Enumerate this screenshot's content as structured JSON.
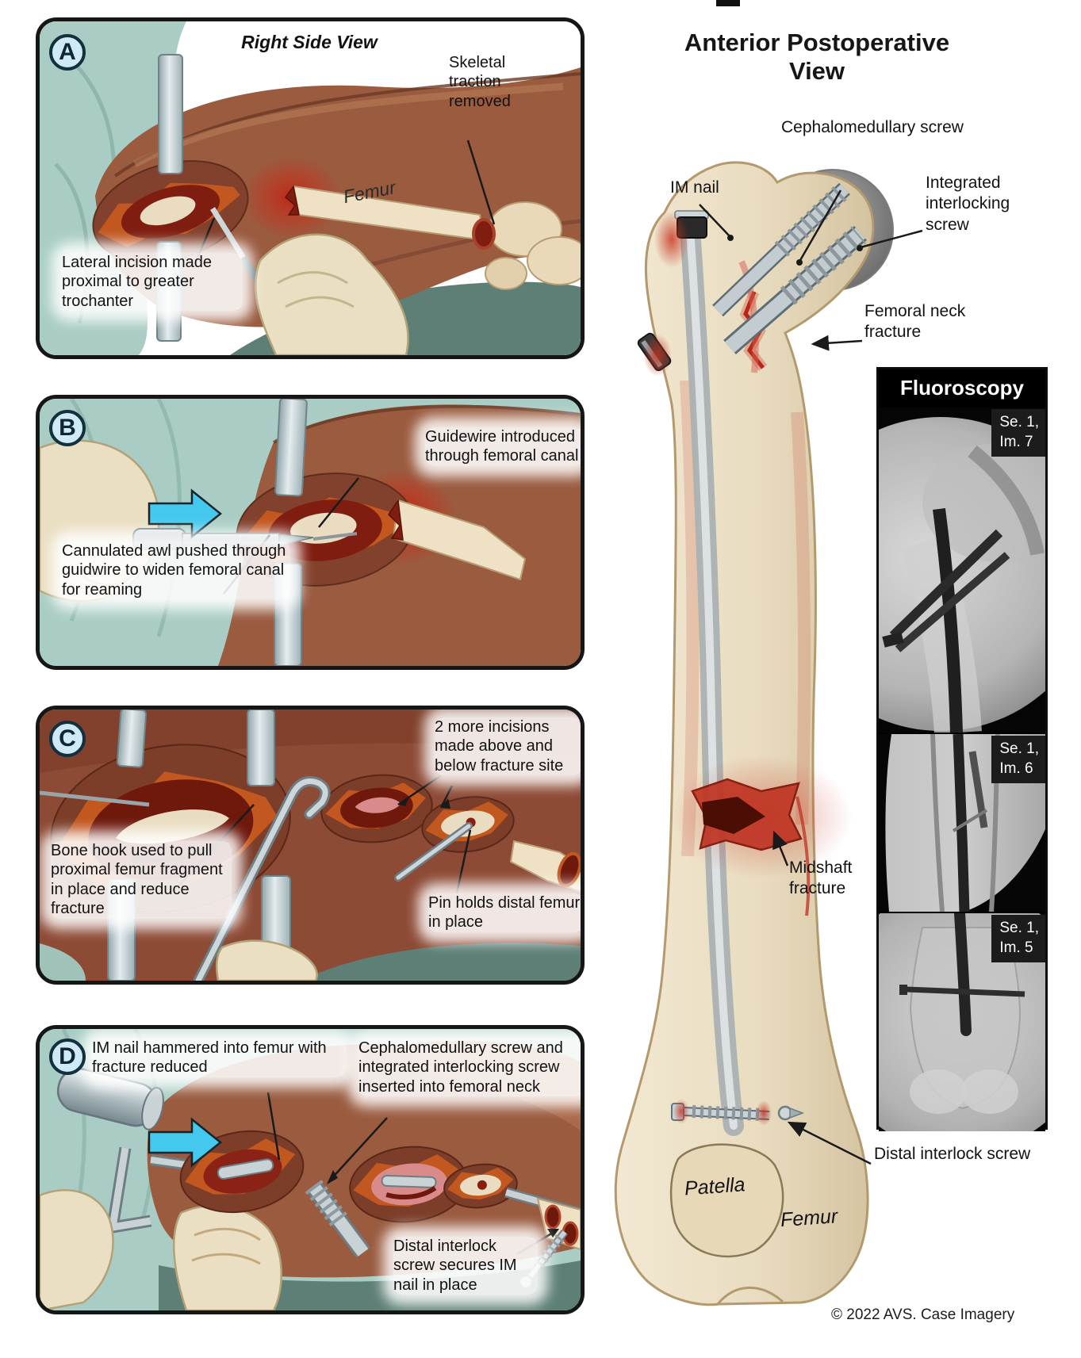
{
  "figure": {
    "type": "medical-illustration",
    "subject": "Femur fracture fixation with intramedullary nail — surgical steps and postoperative views"
  },
  "panels": [
    {
      "letter": "A",
      "title": "Right Side View",
      "labels": {
        "skeletal_traction": "Skeletal traction removed",
        "femur": "Femur",
        "lateral_incision": "Lateral incision made proximal to greater trochanter"
      }
    },
    {
      "letter": "B",
      "labels": {
        "guidewire": "Guidewire introduced through femoral canal",
        "cannulated_awl": "Cannulated awl pushed through guidwire to widen femoral canal for reaming"
      }
    },
    {
      "letter": "C",
      "labels": {
        "more_incisions": "2 more incisions made above and below fracture site",
        "bone_hook": "Bone hook used to pull proximal femur fragment in place and reduce fracture",
        "pin": "Pin holds distal femur in place"
      }
    },
    {
      "letter": "D",
      "labels": {
        "im_nail": "IM nail hammered into femur with fracture reduced",
        "cephalomedullary": "Cephalomedullary screw and integrated interlocking screw inserted into femoral neck",
        "distal_interlock": "Distal interlock screw secures IM nail in place"
      }
    }
  ],
  "right": {
    "title": "Anterior Postoperative View",
    "labels": {
      "cephalomedullary_screw": "Cephalomedullary screw",
      "im_nail": "IM nail",
      "integrated_interlocking_screw": "Integrated interlocking screw",
      "femoral_neck_fracture": "Femoral neck fracture",
      "midshaft_fracture": "Midshaft fracture",
      "distal_interlock_screw": "Distal interlock screw",
      "patella": "Patella",
      "femur": "Femur"
    },
    "fluoroscopy": {
      "title": "Fluoroscopy",
      "images": [
        {
          "series": "Se. 1,",
          "image": "Im. 7"
        },
        {
          "series": "Se. 1,",
          "image": "Im. 6"
        },
        {
          "series": "Se. 1,",
          "image": "Im. 5"
        }
      ]
    },
    "copyright": "© 2022 AVS.  Case Imagery"
  },
  "colors": {
    "drape_teal": "#a9cdc4",
    "drape_dark": "#5d7f76",
    "skin_brown": "#9a5b3f",
    "skin_deep": "#7c3d29",
    "wound_orange": "#c2571f",
    "wound_dark_red": "#6f180c",
    "bone_cream": "#ece0c6",
    "instrument_silver": "#c9d2d5",
    "arrow_cyan": "#45c8ee",
    "badge_blue": "#cfe9f7",
    "xray_field_gray": "#c8c8c8"
  }
}
